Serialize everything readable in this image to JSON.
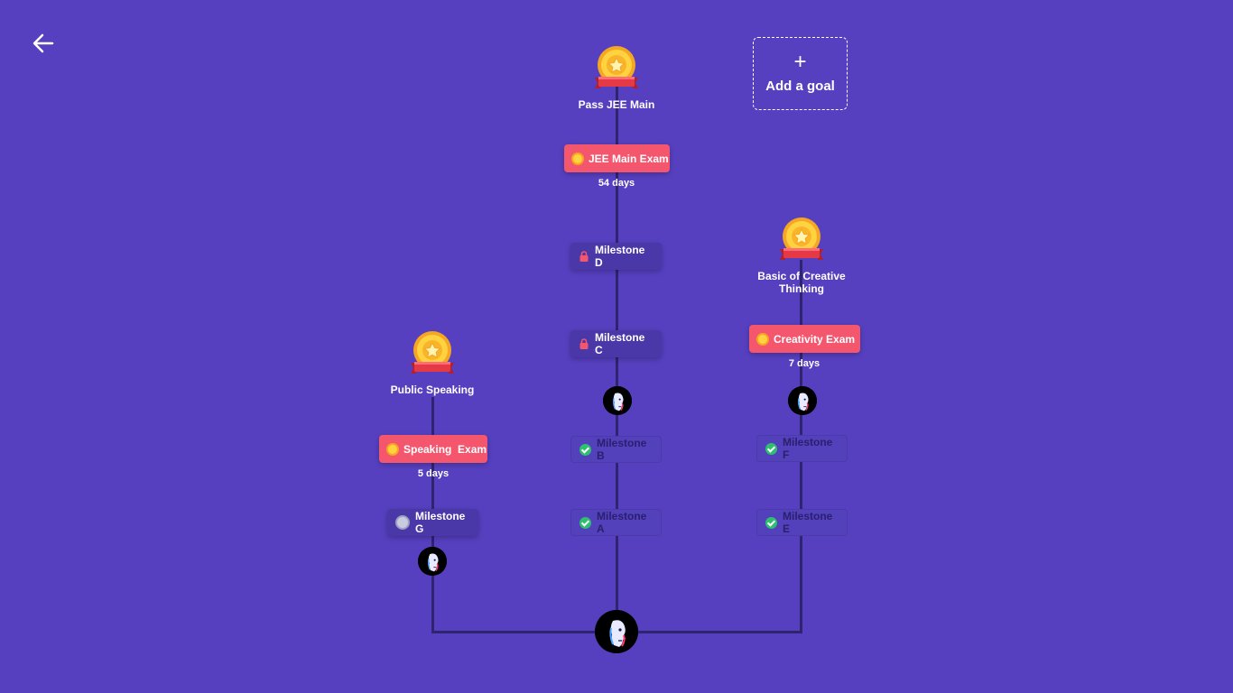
{
  "nav": {
    "back_icon": "arrow-left-icon"
  },
  "add_goal": {
    "plus": "+",
    "label": "Add a goal"
  },
  "goals": [
    {
      "title": "Public Speaking",
      "exam": {
        "label": "Speaking  Exam",
        "days": "5 days"
      },
      "milestones": [
        {
          "label": "Milestone G",
          "status": "current"
        }
      ]
    },
    {
      "title": "Pass JEE Main",
      "exam": {
        "label": "JEE Main Exam",
        "days": "54 days"
      },
      "milestones": [
        {
          "label": "Milestone D",
          "status": "locked"
        },
        {
          "label": "Milestone C",
          "status": "locked"
        },
        {
          "label": "Milestone B",
          "status": "done"
        },
        {
          "label": "Milestone A",
          "status": "done"
        }
      ]
    },
    {
      "title": "Basic of Creative Thinking",
      "exam": {
        "label": "Creativity Exam",
        "days": "7 days"
      },
      "milestones": [
        {
          "label": "Milestone F",
          "status": "done"
        },
        {
          "label": "Milestone E",
          "status": "done"
        }
      ]
    }
  ],
  "colors": {
    "background": "#5640c0",
    "exam": "#f4566e",
    "line": "#2e2470",
    "medal": "#ffc83a",
    "ribbon": "#e63946",
    "check": "#2fbf71",
    "lock": "#f4566e"
  }
}
